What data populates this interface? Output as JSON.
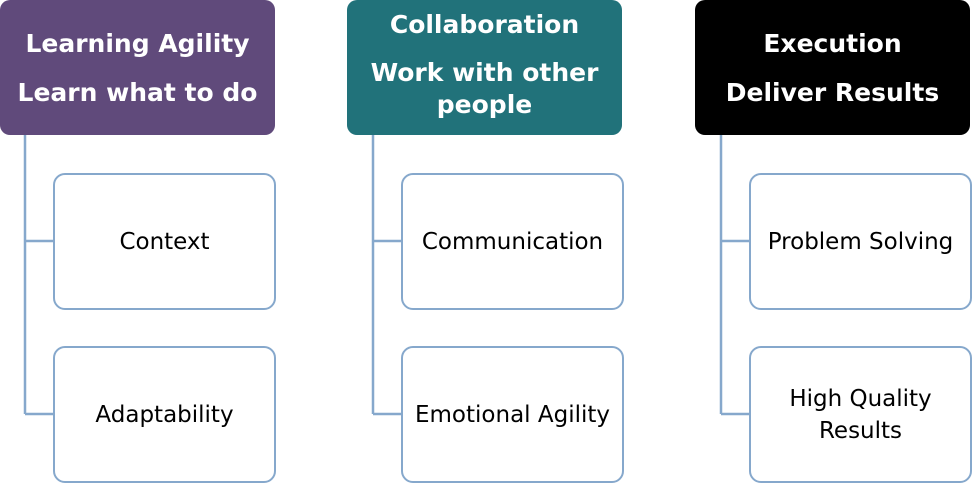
{
  "colors": {
    "header_1": "#604A7B",
    "header_2": "#21727A",
    "header_3": "#000000",
    "connector": "#86A8CC",
    "box_border": "#86A8CC"
  },
  "columns": [
    {
      "header": {
        "line1": "Learning Agility",
        "line2": "Learn what to do"
      },
      "children": [
        "Context",
        "Adaptability"
      ]
    },
    {
      "header": {
        "line1": "Collaboration",
        "line2": "Work with other people"
      },
      "children": [
        "Communication",
        "Emotional Agility"
      ]
    },
    {
      "header": {
        "line1": "Execution",
        "line2": "Deliver Results"
      },
      "children": [
        "Problem Solving",
        "High Quality Results"
      ]
    }
  ]
}
